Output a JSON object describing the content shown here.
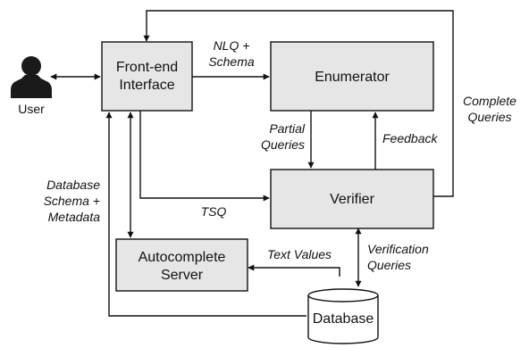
{
  "nodes": {
    "user": "User",
    "frontend": [
      "Front-end",
      "Interface"
    ],
    "enumerator": "Enumerator",
    "verifier": "Verifier",
    "autocomplete": [
      "Autocomplete",
      "Server"
    ],
    "database": "Database"
  },
  "edges": {
    "nlq_schema": [
      "NLQ +",
      "Schema"
    ],
    "partial_queries": [
      "Partial",
      "Queries"
    ],
    "feedback": "Feedback",
    "complete_queries": [
      "Complete",
      "Queries"
    ],
    "db_schema_metadata": [
      "Database",
      "Schema +",
      "Metadata"
    ],
    "tsq": "TSQ",
    "text_values": "Text Values",
    "verification_queries": [
      "Verification",
      "Queries"
    ]
  },
  "icons": {
    "user": "user-silhouette-icon"
  }
}
